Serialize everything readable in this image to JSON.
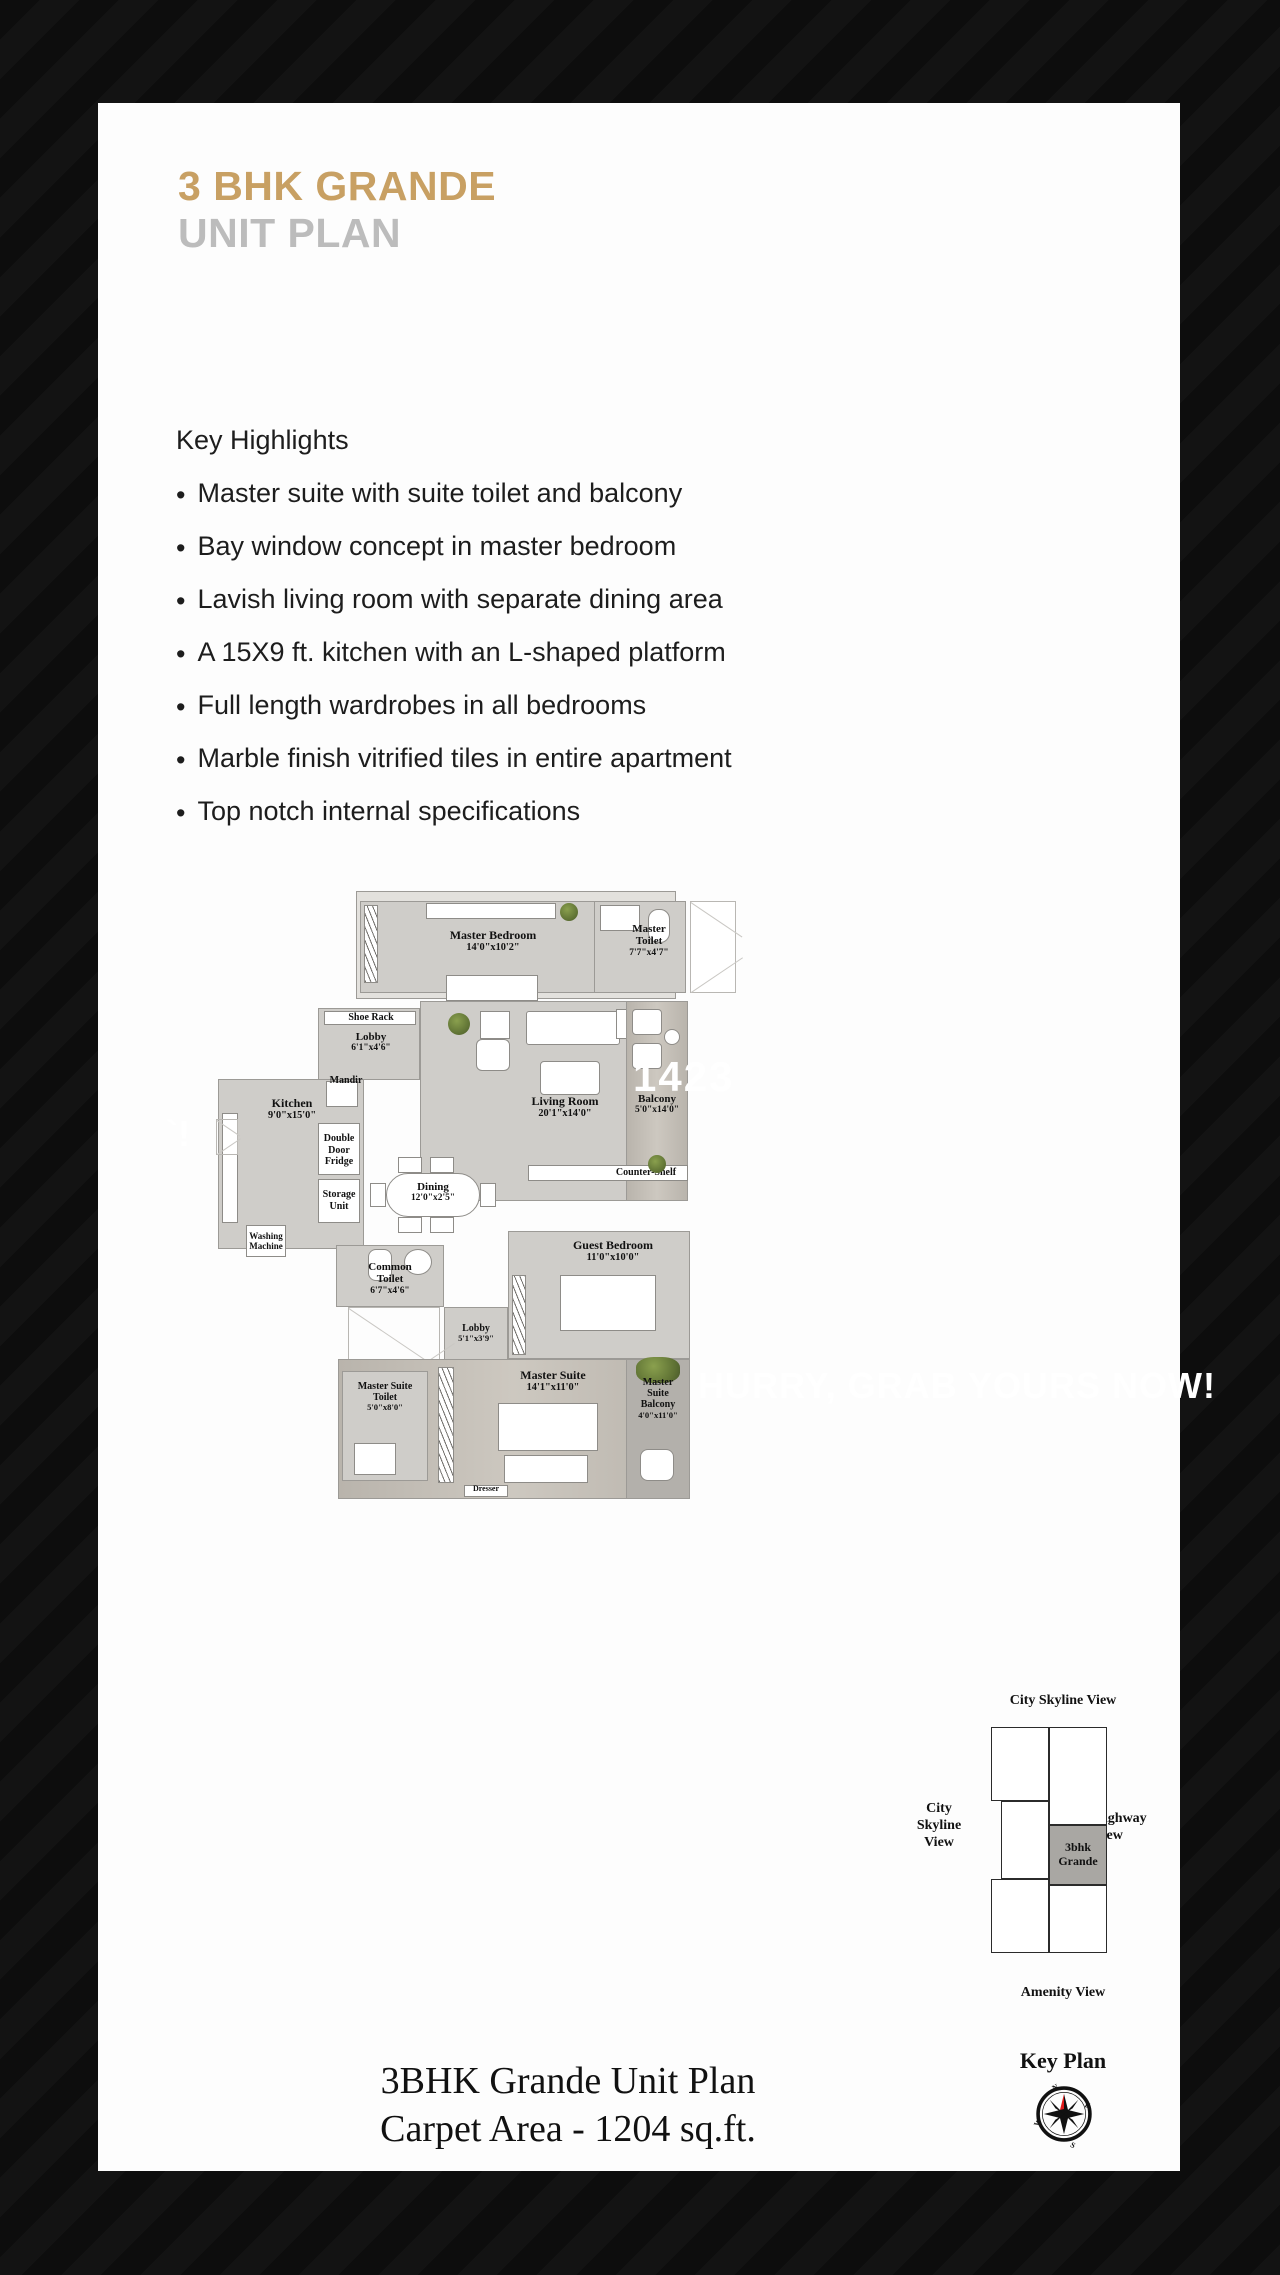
{
  "header": {
    "title_line1": "3 BHK GRANDE",
    "title_line2": "UNIT PLAN",
    "accent_color": "#c8a063",
    "muted_color": "#bcbcbc"
  },
  "highlights": {
    "heading": "Key Highlights",
    "bullet_glyph": "•",
    "items": [
      "Master suite with suite toilet and balcony",
      "Bay window concept in master bedroom",
      "Lavish living room with separate dining area",
      "A 15X9 ft. kitchen with an L-shaped platform",
      "Full length wardrobes in all bedrooms",
      "Marble finish vitrified tiles in entire apartment",
      "Top notch internal specifications"
    ]
  },
  "floor_plan": {
    "rooms": [
      {
        "name": "Master Bedroom",
        "dim": "14'0\"x10'2\""
      },
      {
        "name": "Master Toilet",
        "dim": "7'7\"x4'7\""
      },
      {
        "name": "Lobby",
        "dim": "6'1\"x4'6\""
      },
      {
        "name": "Kitchen",
        "dim": "9'0\"x15'0\""
      },
      {
        "name": "Dining",
        "dim": "12'0\"x2'5\""
      },
      {
        "name": "Living Room",
        "dim": "20'1\"x14'0\""
      },
      {
        "name": "Balcony",
        "dim": "5'0\"x14'0\""
      },
      {
        "name": "Common Toilet",
        "dim": "6'7\"x4'6\""
      },
      {
        "name": "Guest Bedroom",
        "dim": "11'0\"x10'0\""
      },
      {
        "name": "Lobby",
        "dim": "5'1\"x3'9\""
      },
      {
        "name": "Master Suite Toilet",
        "dim": "5'0\"x8'0\""
      },
      {
        "name": "Master Suite",
        "dim": "14'1\"x11'0\""
      },
      {
        "name": "Master Suite Balcony",
        "dim": "4'0\"x11'0\""
      }
    ],
    "fixtures": [
      "Shoe Rack",
      "Mandir",
      "Double Door Fridge",
      "Storage Unit",
      "Washing Machine",
      "Counter-Shelf",
      "Dresser"
    ],
    "labels": {
      "master_bedroom": "Master Bedroom",
      "master_bedroom_dim": "14'0\"x10'2\"",
      "master_toilet": "Master\nToilet",
      "master_toilet_l1": "Master",
      "master_toilet_l2": "Toilet",
      "master_toilet_dim": "7'7\"x4'7\"",
      "shoe_rack": "Shoe Rack",
      "lobby1": "Lobby",
      "lobby1_dim": "6'1\"x4'6\"",
      "mandir": "Mandir",
      "kitchen": "Kitchen",
      "kitchen_dim": "9'0\"x15'0\"",
      "fridge_l1": "Double",
      "fridge_l2": "Door",
      "fridge_l3": "Fridge",
      "storage_l1": "Storage",
      "storage_l2": "Unit",
      "washing_l1": "Washing",
      "washing_l2": "Machine",
      "dining": "Dining",
      "dining_dim": "12'0\"x2'5\"",
      "living": "Living Room",
      "living_dim": "20'1\"x14'0\"",
      "balcony": "Balcony",
      "balcony_dim": "5'0\"x14'0\"",
      "counter_shelf": "Counter-Shelf",
      "common_toilet_l1": "Common",
      "common_toilet_l2": "Toilet",
      "common_toilet_dim": "6'7\"x4'6\"",
      "guest": "Guest Bedroom",
      "guest_dim": "11'0\"x10'0\"",
      "lobby2": "Lobby",
      "lobby2_dim": "5'1\"x3'9\"",
      "ms_toilet_l1": "Master Suite",
      "ms_toilet_l2": "Toilet",
      "ms_toilet_dim": "5'0\"x8'0\"",
      "ms": "Master Suite",
      "ms_dim": "14'1\"x11'0\"",
      "ms_balcony_l1": "Master",
      "ms_balcony_l2": "Suite",
      "ms_balcony_l3": "Balcony",
      "ms_balcony_dim": "4'0\"x11'0\"",
      "dresser": "Dresser"
    }
  },
  "key_plan": {
    "title": "Key Plan",
    "top_label": "City Skyline View",
    "left_label": "City\nSkyline\nView",
    "left_label_l1": "City",
    "left_label_l2": "Skyline",
    "left_label_l3": "View",
    "right_label_l1": "Highway",
    "right_label_l2": "View",
    "bottom_label": "Amenity View",
    "highlighted_unit_l1": "3bhk",
    "highlighted_unit_l2": "Grande",
    "compass": {
      "north": "N",
      "east": "E",
      "south": "S",
      "west": "W",
      "needle_color": "#e01b1b"
    }
  },
  "caption": {
    "line1": "3BHK Grande Unit Plan",
    "line2": "Carpet Area - 1204 sq.ft."
  },
  "overlays": {
    "watermark": "1423",
    "promo_text": "HURRY, GRAB YOURS NOW!",
    "promo_left_fragment": "`!"
  }
}
